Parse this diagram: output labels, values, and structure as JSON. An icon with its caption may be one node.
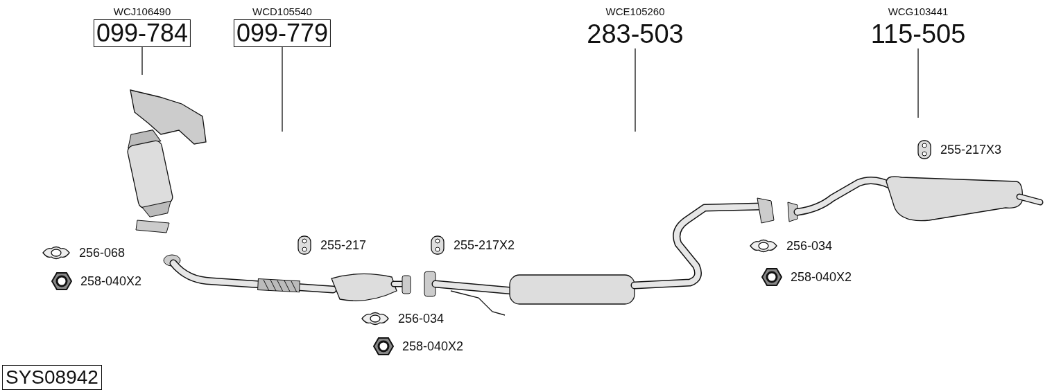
{
  "diagram": {
    "nodes": [
      {
        "text": [
          "WCJ106490",
          "099-784"
        ]
      },
      {
        "text": [
          "WCD105540",
          "099-779"
        ]
      },
      {
        "text": [
          "WCE105260",
          "283-503"
        ]
      },
      {
        "text": [
          "WCG103441",
          "115-505"
        ]
      },
      {
        "text": [
          "SYS08942"
        ]
      }
    ],
    "edges": [
      {
        "from": 0,
        "to": null,
        "arrow": "none"
      },
      {
        "from": 1,
        "to": null,
        "arrow": "none"
      },
      {
        "from": 2,
        "to": null,
        "arrow": "none"
      },
      {
        "from": 3,
        "to": null,
        "arrow": "none"
      }
    ],
    "labels": [
      "255-217X3",
      "255-217",
      "255-217X2",
      "256-034",
      "256-068",
      "258-040X2",
      "258-040X2",
      "256-034",
      "258-040X2"
    ]
  }
}
